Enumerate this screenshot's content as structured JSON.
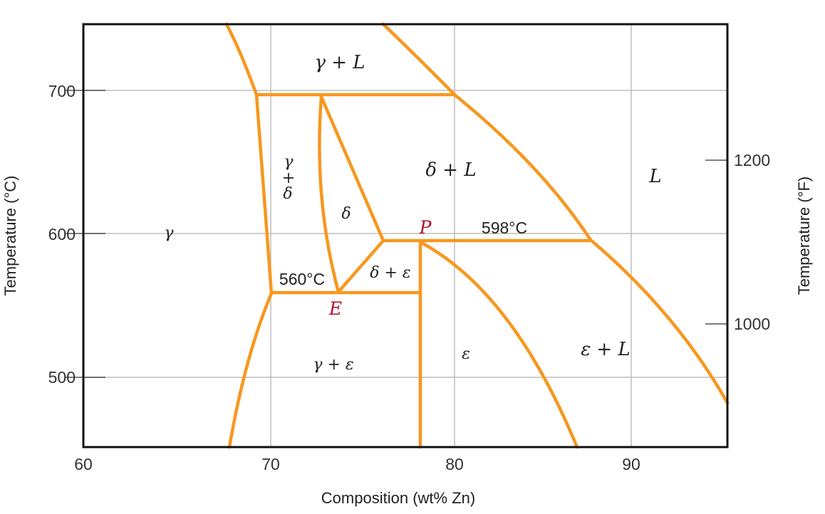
{
  "diagram": {
    "x_axis": {
      "title": "Composition (wt% Zn)",
      "ticks": [
        "60",
        "70",
        "80",
        "90"
      ]
    },
    "y_axis_left": {
      "title": "Temperature (°C)",
      "ticks": [
        "500",
        "600",
        "700"
      ]
    },
    "y_axis_right": {
      "title": "Temperature (°F)",
      "ticks": [
        "1000",
        "1200"
      ]
    },
    "phase_labels": {
      "gamma_L": "γ + L",
      "gamma": "γ",
      "gamma_delta_top": "γ",
      "gamma_delta_plus": "+",
      "gamma_delta_bottom": "δ",
      "delta": "δ",
      "delta_L": "δ + L",
      "L": "L",
      "delta_epsilon": "δ + ε",
      "gamma_epsilon": "γ + ε",
      "epsilon": "ε",
      "epsilon_L": "ε + L"
    },
    "points": {
      "eutectoid": "E",
      "peritectic": "P"
    },
    "temperatures": {
      "eutectoid": "560°C",
      "peritectic": "598°C"
    },
    "colors": {
      "phase_boundary": "#f7971e",
      "point_label": "#b0102a",
      "gridline": "#bdbdbd",
      "frame": "#111111"
    }
  }
}
